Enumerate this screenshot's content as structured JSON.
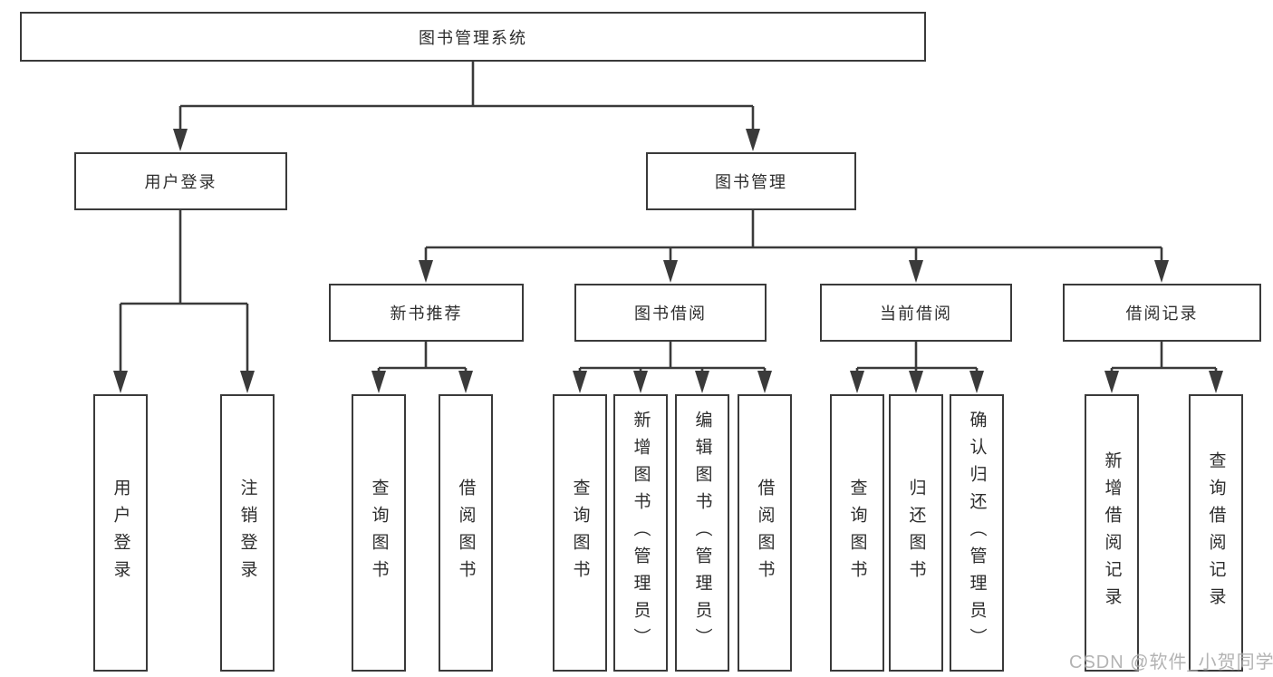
{
  "diagram": {
    "watermark": "CSDN @软件_小贺同学",
    "colors": {
      "line": "#3a3a3a",
      "box_border": "#3a3a3a",
      "box_fill": "#ffffff",
      "text": "#2d2d2d",
      "background": "#ffffff",
      "watermark": "#9e9e9e"
    },
    "tree": {
      "label": "图书管理系统",
      "children": [
        {
          "label": "用户登录",
          "children": [
            {
              "label": "用户登录"
            },
            {
              "label": "注销登录"
            }
          ]
        },
        {
          "label": "图书管理",
          "children": [
            {
              "label": "新书推荐",
              "children": [
                {
                  "label": "查询图书"
                },
                {
                  "label": "借阅图书"
                }
              ]
            },
            {
              "label": "图书借阅",
              "children": [
                {
                  "label": "查询图书"
                },
                {
                  "label": "新增图书（管理员）"
                },
                {
                  "label": "编辑图书（管理员）"
                },
                {
                  "label": "借阅图书"
                }
              ]
            },
            {
              "label": "当前借阅",
              "children": [
                {
                  "label": "查询图书"
                },
                {
                  "label": "归还图书"
                },
                {
                  "label": "确认归还（管理员）"
                }
              ]
            },
            {
              "label": "借阅记录",
              "children": [
                {
                  "label": "新增借阅记录"
                },
                {
                  "label": "查询借阅记录"
                }
              ]
            }
          ]
        }
      ]
    }
  }
}
